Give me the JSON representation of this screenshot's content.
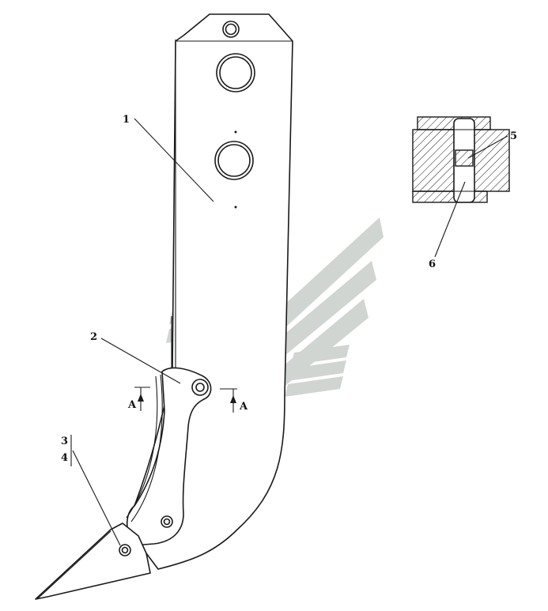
{
  "labels": {
    "shank": "1",
    "protector": "2",
    "tip_a": "3",
    "tip_b": "4",
    "pin_retainer": "5",
    "pin": "6",
    "section_left": "A",
    "section_right": "A"
  },
  "colors": {
    "line": "#1a1a1a",
    "watermark": "#c7ccc7",
    "paper": "#ffffff"
  },
  "icons": {
    "watermark": "wing-logo-watermark"
  }
}
